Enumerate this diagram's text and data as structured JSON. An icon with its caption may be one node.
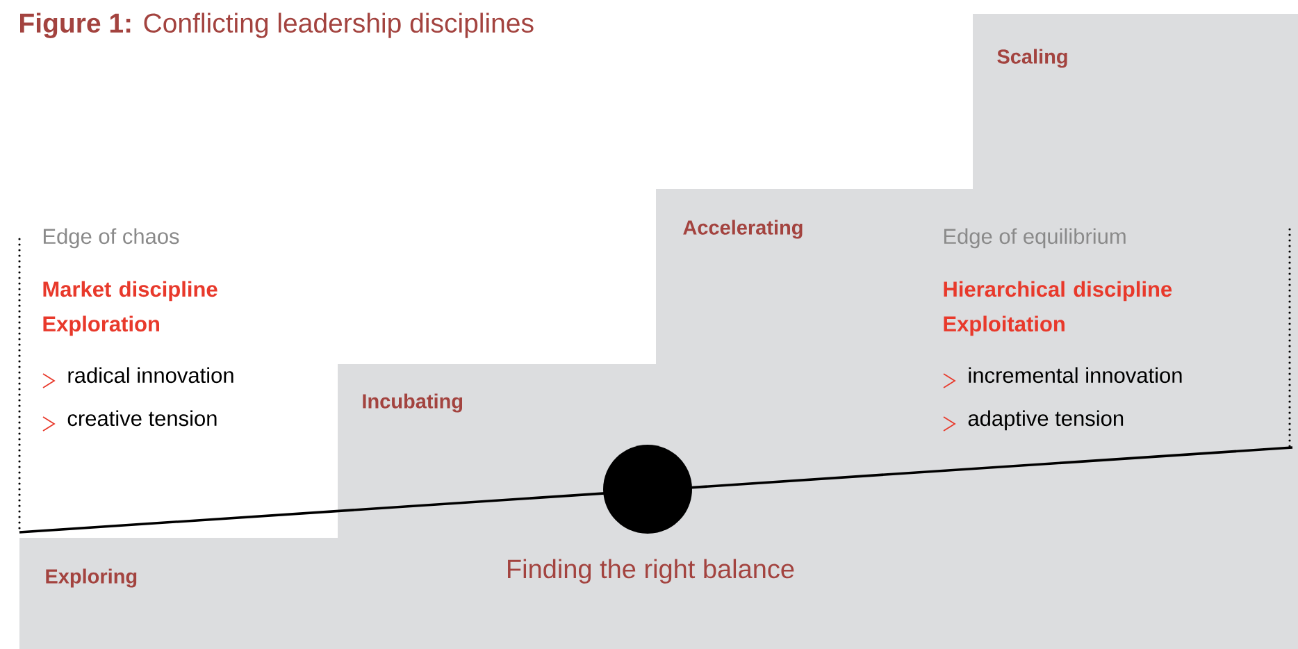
{
  "diagram": {
    "title": "**Figure 1:** Conflicting leadership disciplines",
    "nodes": [
      {
        "text": [
          "Exploring"
        ]
      },
      {
        "text": [
          "Incubating"
        ]
      },
      {
        "text": [
          "Accelerating"
        ]
      },
      {
        "text": [
          "Scaling"
        ]
      }
    ],
    "labels": [
      "Edge of chaos",
      "Market discipline Exploration",
      "radical innovation",
      "creative tension",
      "Edge of equilibrium",
      "Hierarchical discipline Exploitation",
      "incremental innovation",
      "adaptive tension",
      "Finding the right balance"
    ]
  }
}
